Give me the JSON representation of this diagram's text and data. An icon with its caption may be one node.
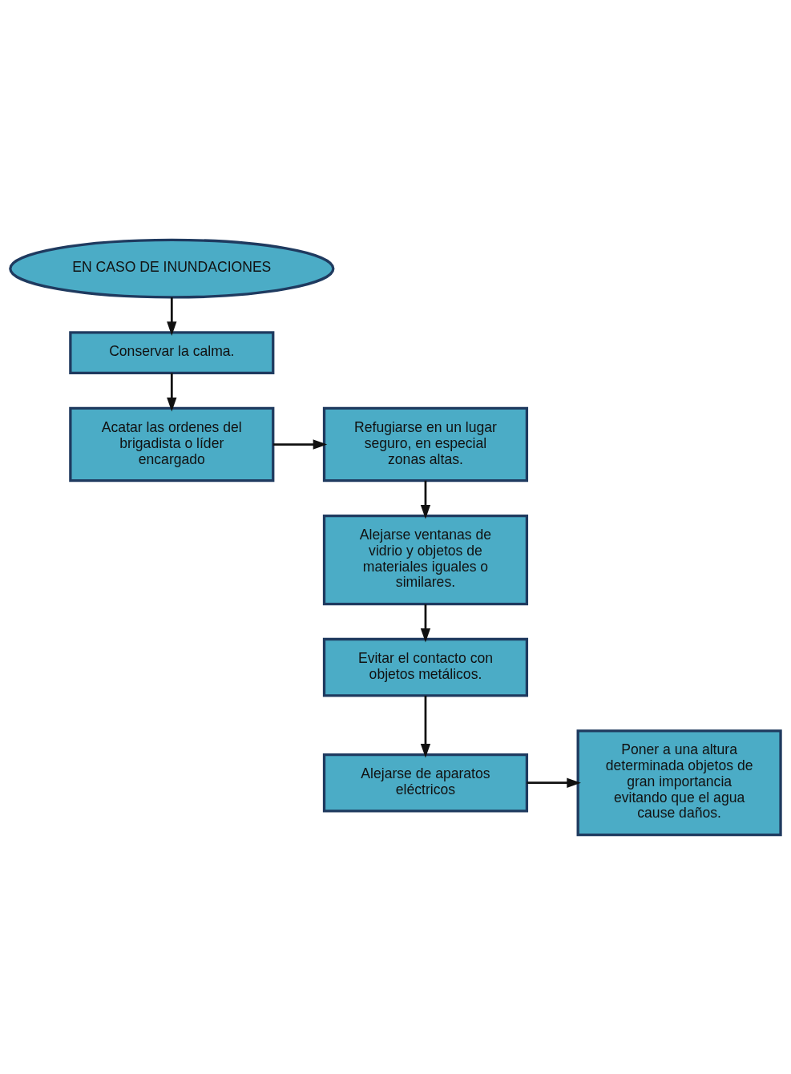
{
  "diagram": {
    "nodes": [
      {
        "text": [
          "EN CASO DE INUNDACIONES"
        ]
      },
      {
        "text": [
          "Conservar la calma."
        ]
      },
      {
        "text": [
          "Acatar las ordenes del brigadista o líder encargado"
        ]
      },
      {
        "text": [
          "Refugiarse en un lugar seguro, en especial zonas altas."
        ]
      },
      {
        "text": [
          "Alejarse ventanas de vidrio y objetos de materiales iguales o similares."
        ]
      },
      {
        "text": [
          "Evitar el contacto con objetos metálicos."
        ]
      },
      {
        "text": [
          "Alejarse de aparatos eléctricos"
        ]
      },
      {
        "text": [
          "Poner a una altura determinada objetos de gran importancia evitando que el agua cause daños."
        ]
      }
    ],
    "edges": [
      {
        "from": 0,
        "to": 1,
        "arrow": "to"
      },
      {
        "from": 1,
        "to": 2,
        "arrow": "to"
      },
      {
        "from": 2,
        "to": 3,
        "arrow": "to"
      },
      {
        "from": 3,
        "to": 4,
        "arrow": "to"
      },
      {
        "from": 4,
        "to": 5,
        "arrow": "to"
      },
      {
        "from": 5,
        "to": 6,
        "arrow": "to"
      },
      {
        "from": 6,
        "to": 7,
        "arrow": "to"
      }
    ]
  }
}
